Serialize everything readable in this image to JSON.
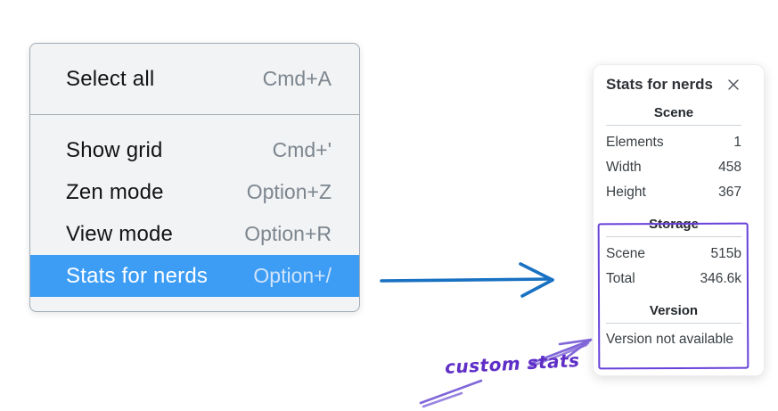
{
  "menu": {
    "items": [
      {
        "label": "Select all",
        "shortcut": "Cmd+A"
      },
      {
        "label": "Show grid",
        "shortcut": "Cmd+'"
      },
      {
        "label": "Zen mode",
        "shortcut": "Option+Z"
      },
      {
        "label": "View mode",
        "shortcut": "Option+R"
      },
      {
        "label": "Stats for nerds",
        "shortcut": "Option+/"
      }
    ],
    "active_item": "Stats for nerds",
    "highlight_color": "#3d9df5"
  },
  "stats": {
    "title": "Stats for nerds",
    "sections": [
      {
        "heading": "Scene",
        "rows": [
          {
            "label": "Elements",
            "value": "1"
          },
          {
            "label": "Width",
            "value": "458"
          },
          {
            "label": "Height",
            "value": "367"
          }
        ]
      },
      {
        "heading": "Storage",
        "rows": [
          {
            "label": "Scene",
            "value": "515b"
          },
          {
            "label": "Total",
            "value": "346.6k"
          }
        ]
      },
      {
        "heading": "Version",
        "note": "Version not available"
      }
    ]
  },
  "annotation": {
    "label": "custom stats",
    "rect_color": "#6741d9",
    "arrow_color": "#8066d8",
    "text_color": "#5f2ec6"
  },
  "pointer_arrow": {
    "color": "#1971c2"
  }
}
